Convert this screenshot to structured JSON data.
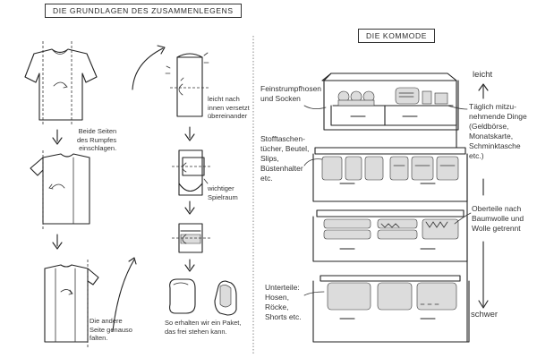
{
  "left_panel": {
    "title": "DIE GRUNDLAGEN DES ZUSAMMENLEGENS",
    "step1_caption": [
      "Beide Seiten",
      "des Rumpfes",
      "einschlagen."
    ],
    "step2_caption": [
      "Die andere",
      "Seite genauso",
      "falten."
    ],
    "step3_caption": [
      "leicht nach",
      "innen versetzt",
      "übereinander"
    ],
    "step4_caption": [
      "wichtiger",
      "Spielraum"
    ],
    "step5_caption": [
      "So erhalten wir ein Paket,",
      "das frei stehen kann."
    ]
  },
  "right_panel": {
    "title": "DIE KOMMODE",
    "axis_top": "leicht",
    "axis_bottom": "schwer",
    "labels_left": {
      "drawer1": [
        "Feinstrumpfhosen",
        "und Socken"
      ],
      "drawer2": [
        "Stofftaschen-",
        "tücher, Beutel,",
        "Slips,",
        "Büstenhalter",
        "etc."
      ],
      "drawer4": [
        "Unterteile:",
        "Hosen,",
        "Röcke,",
        "Shorts etc."
      ]
    },
    "labels_right": {
      "drawer1": [
        "Täglich mitzu-",
        "nehmende Dinge",
        "(Geldbörse,",
        "Monatskarte,",
        "Schminktasche",
        "etc.)"
      ],
      "drawer3": [
        "Oberteile nach",
        "Baumwolle und",
        "Wolle getrennt"
      ]
    }
  }
}
